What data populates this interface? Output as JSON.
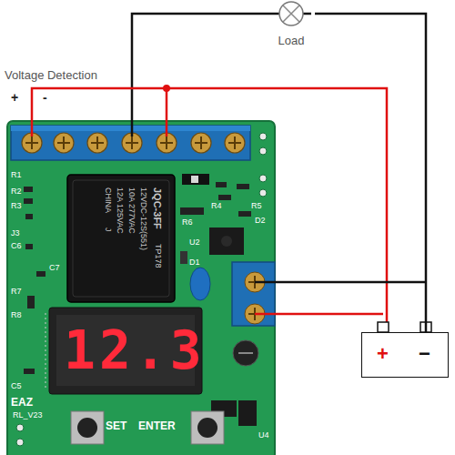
{
  "diagram": {
    "nodes": [
      {
        "text": [
          "Load"
        ]
      },
      {
        "text": [
          "+",
          "−"
        ]
      }
    ],
    "edges": [
      {
        "from": 0,
        "to": 1,
        "arrow": "none"
      }
    ],
    "labels": [
      "Voltage Detection",
      "+",
      "-",
      "JQC-3FF",
      "12VDC-12S(551)",
      "10A 277VAC",
      "12A 125VAC",
      "CHINA",
      "J",
      "TP178",
      "12.3",
      "R1",
      "R2",
      "R3",
      "J3",
      "C6",
      "C7",
      "R7",
      "R8",
      "C5",
      "EAZ",
      "RL_V23",
      "SET",
      "ENTER",
      "R5",
      "R4",
      "R6",
      "D2",
      "U2",
      "D1",
      "U4"
    ]
  }
}
